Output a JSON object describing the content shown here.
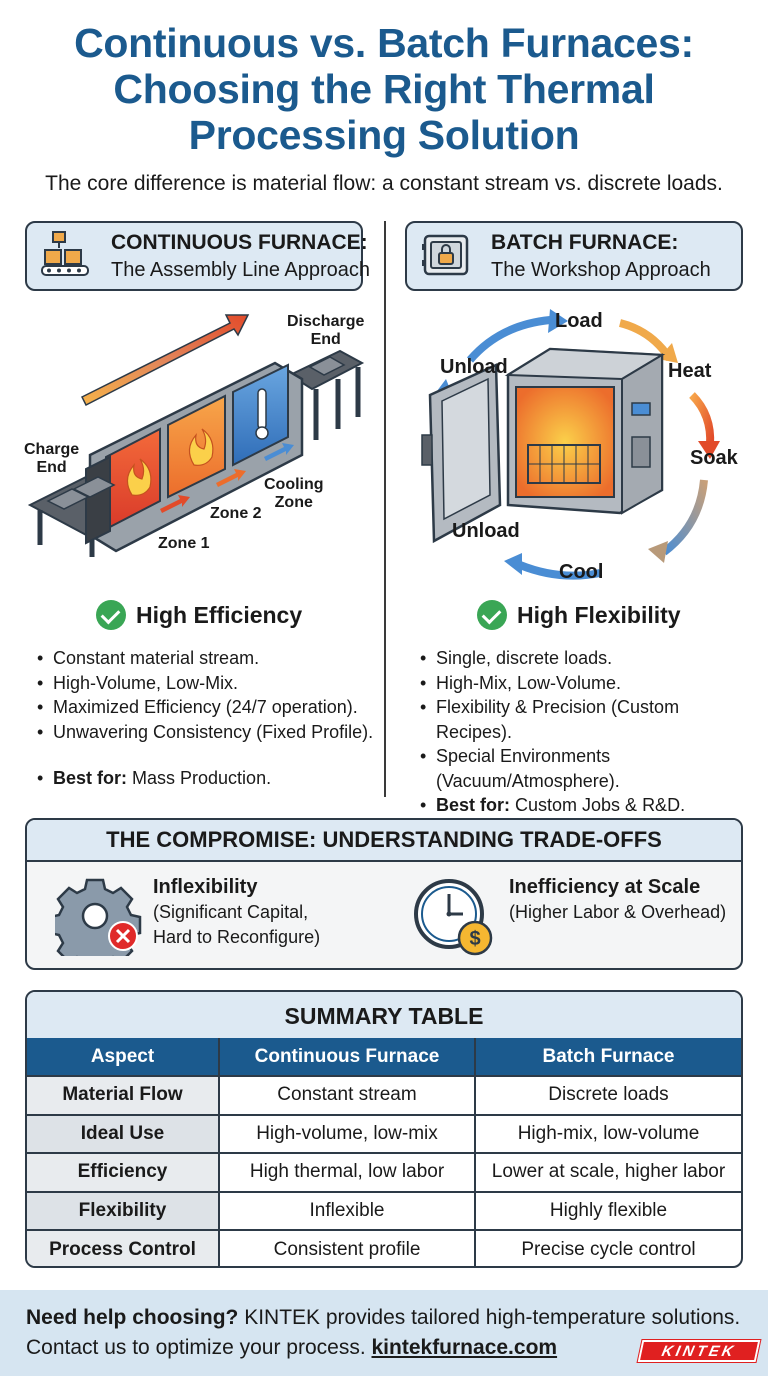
{
  "title": {
    "line1": "Continuous vs. Batch Furnaces:",
    "line2": "Choosing the Right Thermal",
    "line3": "Processing Solution"
  },
  "subtitle": "The core difference is material flow: a constant stream vs. discrete loads.",
  "continuous": {
    "heading": "CONTINUOUS FURNACE:",
    "subheading": "The Assembly Line Approach",
    "icon": "conveyor-boxes-icon",
    "labels": {
      "charge": "Charge\nEnd",
      "discharge": "Discharge\nEnd",
      "zone1": "Zone 1",
      "zone2": "Zone 2",
      "cooling": "Cooling\nZone"
    },
    "badge": "High Efficiency",
    "bullets": [
      "Constant material stream.",
      "High-Volume, Low-Mix.",
      "Maximized Efficiency (24/7 operation).",
      "Unwavering Consistency (Fixed Profile)."
    ],
    "best_label": "Best for:",
    "best_value": " Mass Production."
  },
  "batch": {
    "heading": "BATCH FURNACE:",
    "subheading": "The Workshop Approach",
    "icon": "locked-safe-icon",
    "labels": {
      "load": "Load",
      "heat": "Heat",
      "soak": "Soak",
      "cool": "Cool",
      "unload_top": "Unload",
      "unload_bottom": "Unload"
    },
    "badge": "High Flexibility",
    "bullets": [
      "Single, discrete loads.",
      "High-Mix, Low-Volume.",
      "Flexibility & Precision (Custom Recipes).",
      "Special Environments (Vacuum/Atmosphere)."
    ],
    "best_label": "Best for:",
    "best_value": " Custom Jobs & R&D."
  },
  "tradeoffs": {
    "heading": "THE COMPROMISE: UNDERSTANDING TRADE-OFFS",
    "left": {
      "title": "Inflexibility",
      "line1": "(Significant Capital,",
      "line2": "Hard to Reconfigure)",
      "icon": "gear-with-x-icon"
    },
    "right": {
      "title": "Inefficiency at Scale",
      "line1": "(Higher Labor & Overhead)",
      "icon": "clock-with-dollar-icon"
    }
  },
  "summary": {
    "heading": "SUMMARY TABLE",
    "columns": [
      "Aspect",
      "Continuous Furnace",
      "Batch Furnace"
    ],
    "rows": [
      [
        "Material Flow",
        "Constant stream",
        "Discrete loads"
      ],
      [
        "Ideal Use",
        "High-volume, low-mix",
        "High-mix, low-volume"
      ],
      [
        "Efficiency",
        "High thermal, low labor",
        "Lower at scale, higher labor"
      ],
      [
        "Flexibility",
        "Inflexible",
        "Highly flexible"
      ],
      [
        "Process Control",
        "Consistent profile",
        "Precise cycle control"
      ]
    ]
  },
  "footer": {
    "bold": "Need help choosing?",
    "line1_rest": " KINTEK provides tailored high-temperature solutions.",
    "line2_pre": "Contact us to optimize your process. ",
    "link": "kintekfurnace.com",
    "logo": "KINTEK"
  },
  "colors": {
    "title_blue": "#1b5a8e",
    "panel_bg": "#dde9f3",
    "check_green": "#3aa655",
    "footer_bg": "#d6e5f1",
    "logo_red": "#e02020"
  }
}
